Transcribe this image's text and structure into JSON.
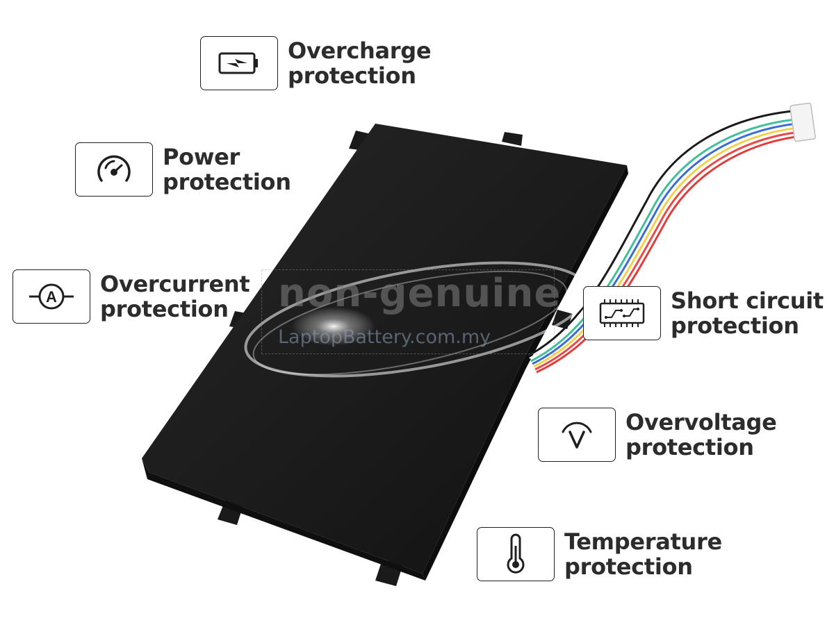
{
  "watermark": {
    "main": "non-genuine",
    "sub": "LaptopBattery.com.my"
  },
  "features": [
    {
      "line1": "Overcharge",
      "line2": "protection",
      "icon": "battery-charge-icon"
    },
    {
      "line1": "Power",
      "line2": "protection",
      "icon": "gauge-icon"
    },
    {
      "line1": "Overcurrent",
      "line2": "protection",
      "icon": "ammeter-icon"
    },
    {
      "line1": "Short circuit",
      "line2": "protection",
      "icon": "circuit-board-icon"
    },
    {
      "line1": "Overvoltage",
      "line2": "protection",
      "icon": "voltmeter-icon"
    },
    {
      "line1": "Temperature",
      "line2": "protection",
      "icon": "thermometer-icon"
    }
  ],
  "colors": {
    "battery_body": "#1e1e1e",
    "text": "#2c2c2c",
    "wire_colors": [
      "#e23b3b",
      "#e84a4a",
      "#f2d14a",
      "#3b6bd6",
      "#3fbf9a",
      "#ffffff",
      "#1a1a1a"
    ]
  }
}
